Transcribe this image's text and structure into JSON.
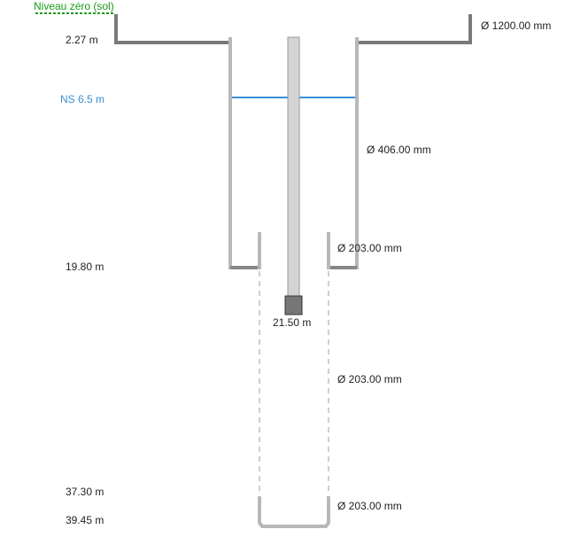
{
  "ground_label": "Niveau zéro (sol)",
  "water_label": "NS 6.5 m",
  "depths": {
    "casing_top": "2.27 m",
    "casing_bottom": "19.80 m",
    "pump_depth": "21.50 m",
    "screen_bottom": "37.30 m",
    "well_bottom": "39.45 m"
  },
  "diameters": {
    "surface": "Ø 1200.00 mm",
    "casing": "Ø 406.00 mm",
    "reduction": "Ø 203.00 mm",
    "screen": "Ø 203.00 mm",
    "sump": "Ø 203.00 mm"
  },
  "colors": {
    "ground": "#1a9a1a",
    "water": "#3a8fd8",
    "surface_casing": "#7a7a7a",
    "casing": "#b8b8b8",
    "pump_pipe": "#d4d4d4",
    "pump": "#777777",
    "screen": "#cfcfcf"
  }
}
